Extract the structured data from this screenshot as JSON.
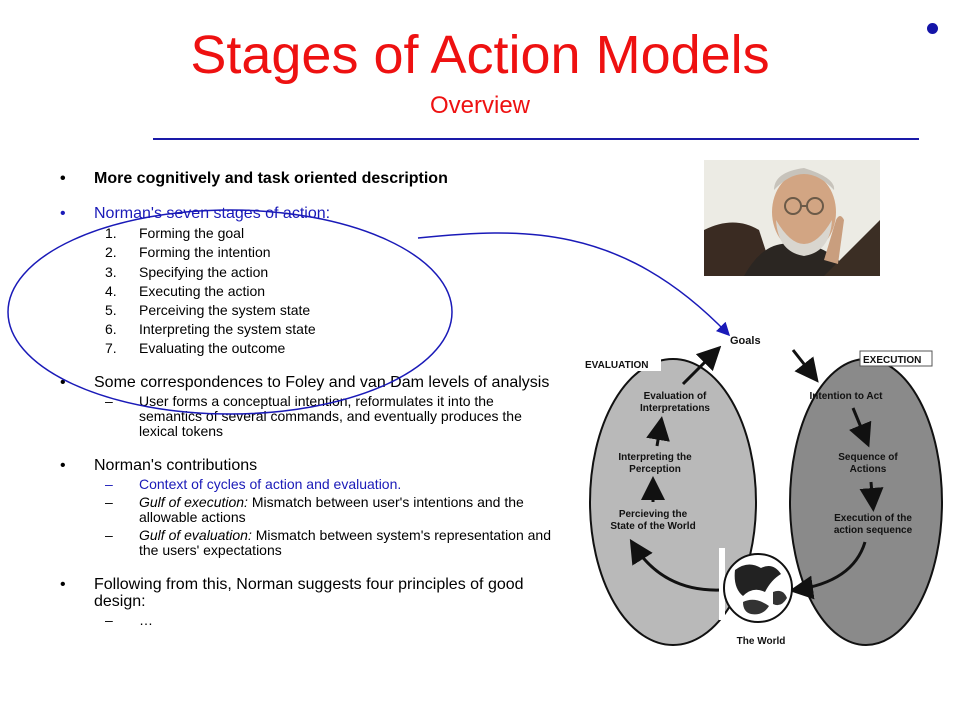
{
  "slide": {
    "title": "Stages of Action Models",
    "subtitle": "Overview"
  },
  "bullets": {
    "b1": "More cognitively and task oriented description",
    "b2": "Norman's seven stages of action:",
    "stages": [
      "Forming the goal",
      "Forming the intention",
      "Specifying the action",
      "Executing the action",
      "Perceiving the system state",
      "Interpreting the system state",
      "Evaluating the outcome"
    ],
    "b3": "Some correspondences to Foley and van Dam levels of analysis",
    "b3_sub": "User forms a conceptual intention, reformulates it into the semantics of several commands, and eventually produces the lexical tokens",
    "b4": "Norman's contributions",
    "b4_subs": {
      "s1": "Context of cycles of action and evaluation.",
      "s2_em": "Gulf of execution:",
      "s2_rest": " Mismatch between user's intentions and the allowable actions",
      "s3_em": "Gulf of evaluation:",
      "s3_rest": " Mismatch between system's representation and the users' expectations"
    },
    "b5": "Following from this, Norman suggests four principles of good design:",
    "b5_sub": "…"
  },
  "diagram": {
    "goals": "Goals",
    "evaluation": "EVALUATION",
    "execution": "EXECUTION",
    "eval_interp_1": "Evaluation of",
    "eval_interp_2": "Interpretations",
    "interp_1": "Interpreting the",
    "interp_2": "Perception",
    "perceive_1": "Percieving the",
    "perceive_2": "State of the World",
    "intention": "Intention to Act",
    "seq_1": "Sequence of",
    "seq_2": "Actions",
    "exec_1": "Execution of the",
    "exec_2": "action sequence",
    "world": "The World"
  },
  "colors": {
    "title": "#ee1111",
    "accent_blue": "#1a1ab8",
    "eval_ellipse": "#b9b9b9",
    "exec_ellipse": "#8a8a8a"
  }
}
